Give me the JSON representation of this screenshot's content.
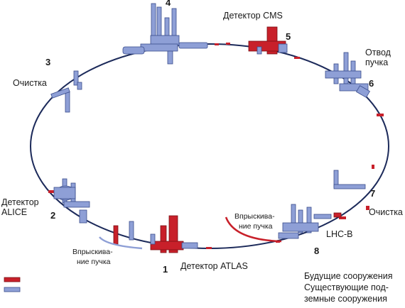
{
  "points": [
    {
      "id": "1",
      "number": "1",
      "name": "Детектор ATLAS"
    },
    {
      "id": "2",
      "number": "2",
      "name": "Детектор ALICE"
    },
    {
      "id": "3",
      "number": "3",
      "name": "Очистка"
    },
    {
      "id": "4",
      "number": "4",
      "name": ""
    },
    {
      "id": "5",
      "number": "5",
      "name": "Детектор CMS"
    },
    {
      "id": "6",
      "number": "6",
      "name": "Отвод пучка"
    },
    {
      "id": "7",
      "number": "7",
      "name": "Очистка"
    },
    {
      "id": "8",
      "number": "8",
      "name": "LHC-B"
    }
  ],
  "labels": {
    "cms": "Детектор CMS",
    "otvod_line1": "Отвод",
    "otvod_line2": "пучка",
    "ochistka_left": "Очистка",
    "ochistka_right": "Очистка",
    "alice_line1": "Детектор",
    "alice_line2": "ALICE",
    "atlas": "Детектор ATLAS",
    "lhcb": "LHC-B",
    "injection_left_line1": "Впрыскива-",
    "injection_left_line2": "ние пучка",
    "injection_right_line1": "Впрыскива-",
    "injection_right_line2": "ние пучка"
  },
  "legend": {
    "future": "Будущие сооружения",
    "existing_line1": "Существующие под-",
    "existing_line2": "земные сооружения"
  },
  "colors": {
    "future": "#c8202a",
    "existing": "#8e9fd6",
    "ring": "#1c2a5a",
    "outline": "#3a4d8c"
  }
}
